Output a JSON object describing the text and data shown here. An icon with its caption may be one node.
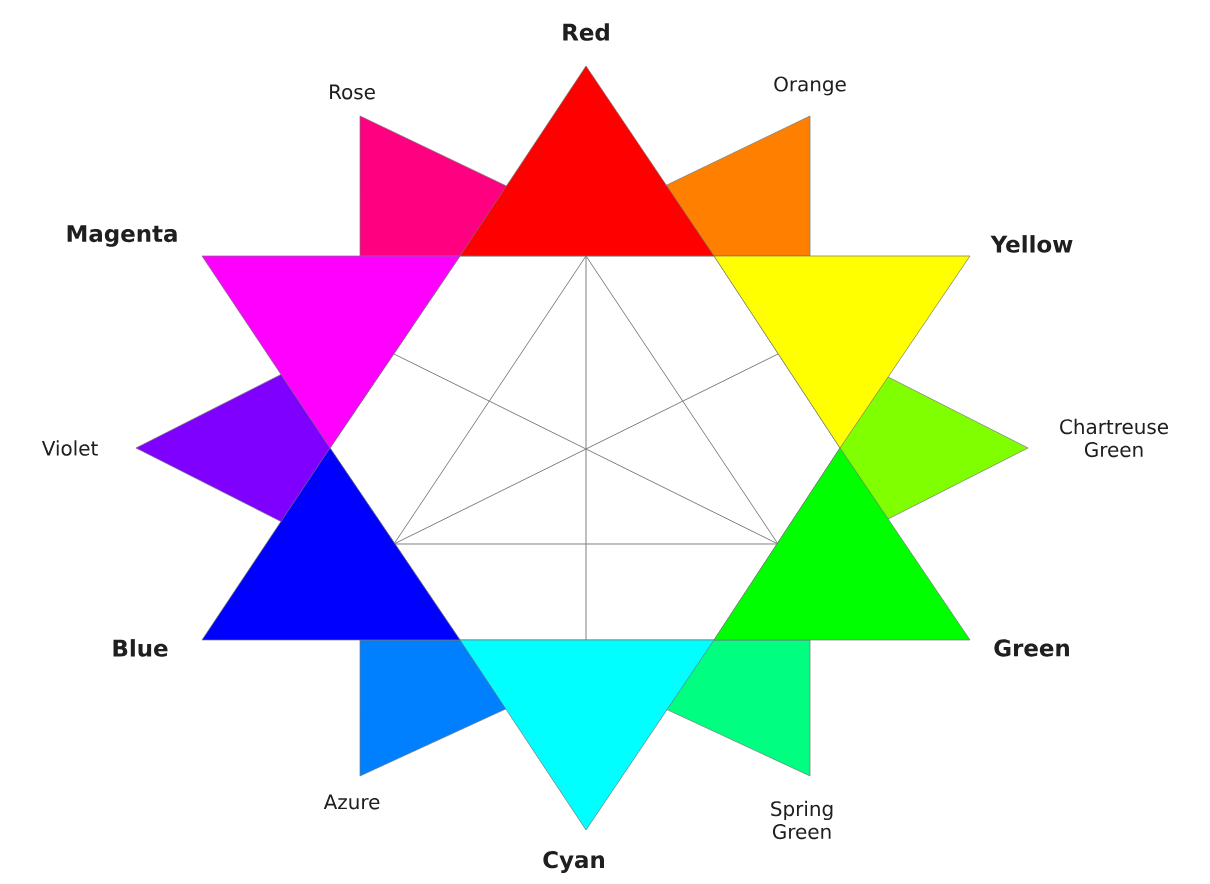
{
  "diagram": {
    "nodes": [
      {
        "text": [
          "Red"
        ]
      },
      {
        "text": [
          "Rose"
        ]
      },
      {
        "text": [
          "Orange"
        ]
      },
      {
        "text": [
          "Magenta"
        ]
      },
      {
        "text": [
          "Yellow"
        ]
      },
      {
        "text": [
          "Violet"
        ]
      },
      {
        "text": [
          "Chartreuse Green"
        ]
      },
      {
        "text": [
          "Blue"
        ]
      },
      {
        "text": [
          "Green"
        ]
      },
      {
        "text": [
          "Azure"
        ]
      },
      {
        "text": [
          "Spring Green"
        ]
      },
      {
        "text": [
          "Cyan"
        ]
      }
    ]
  }
}
